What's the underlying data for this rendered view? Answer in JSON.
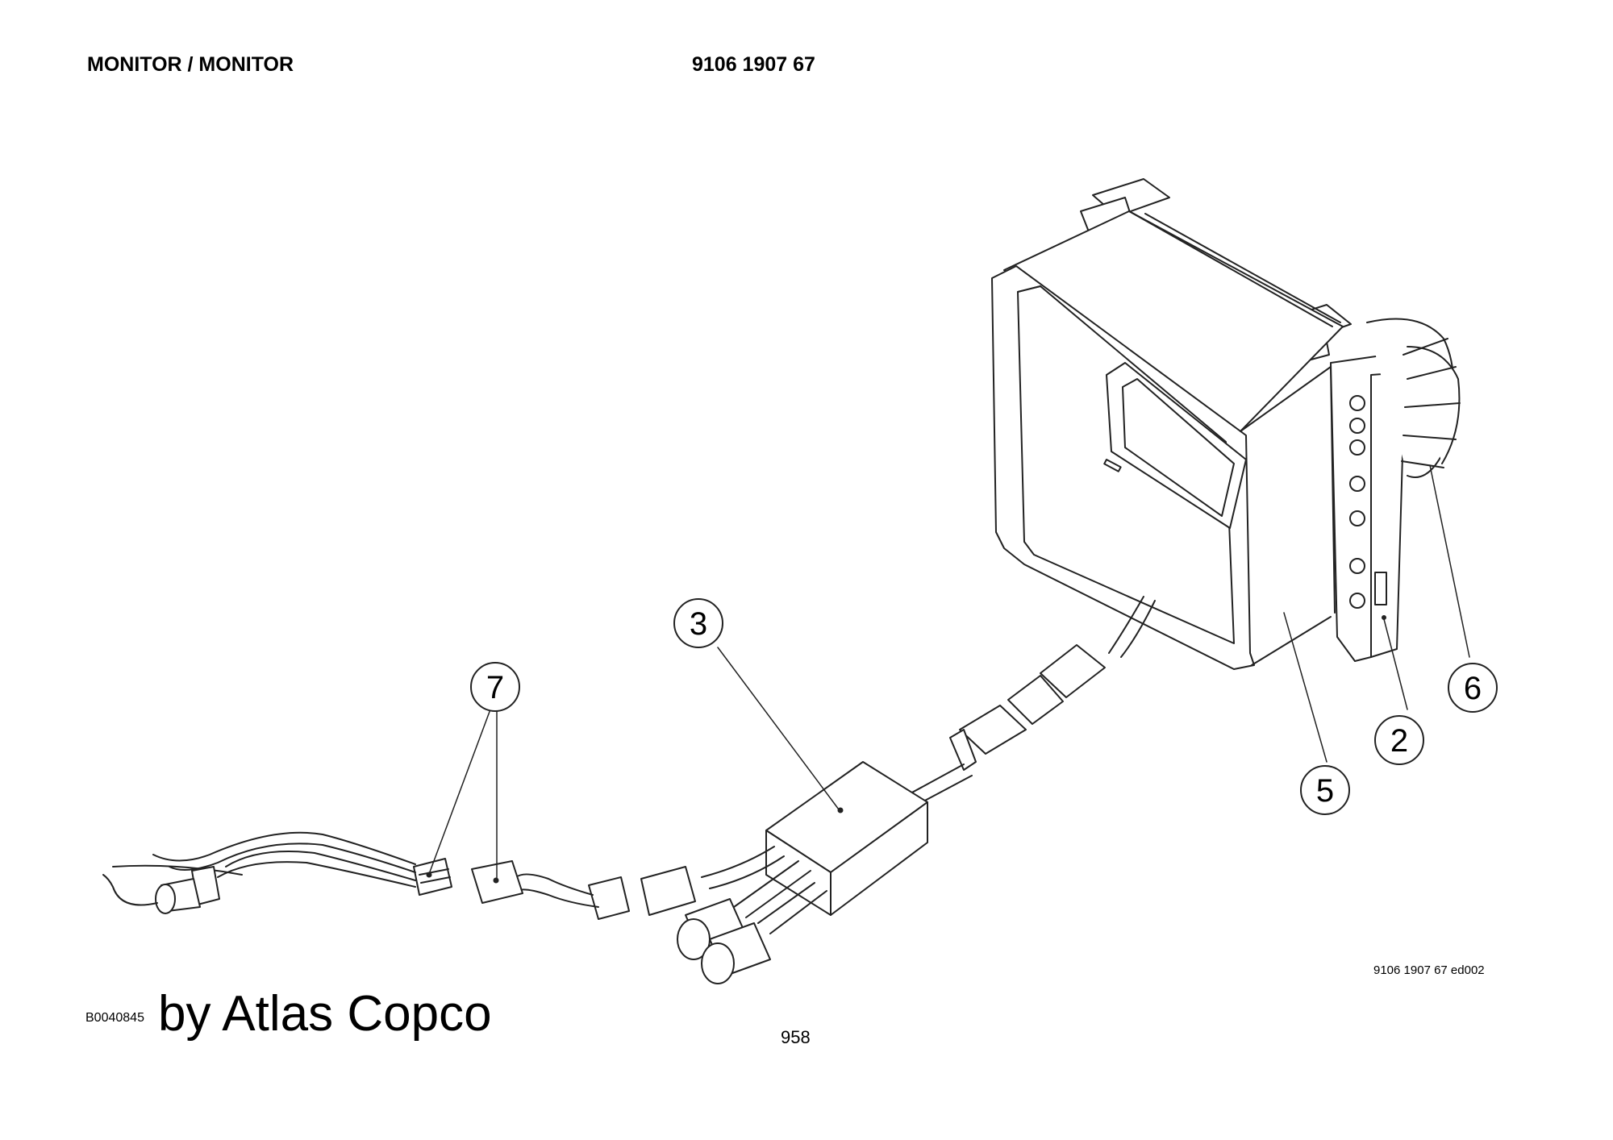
{
  "header": {
    "title": "MONITOR / MONITOR",
    "part_number": "9106 1907 67"
  },
  "callouts": [
    {
      "label": "3"
    },
    {
      "label": "7"
    },
    {
      "label": "5"
    },
    {
      "label": "2"
    },
    {
      "label": "6"
    }
  ],
  "footer": {
    "drawing_id": "9106 1907 67 ed002",
    "document_id": "B0040845",
    "brand": "by Atlas Copco",
    "page_number": "958"
  }
}
